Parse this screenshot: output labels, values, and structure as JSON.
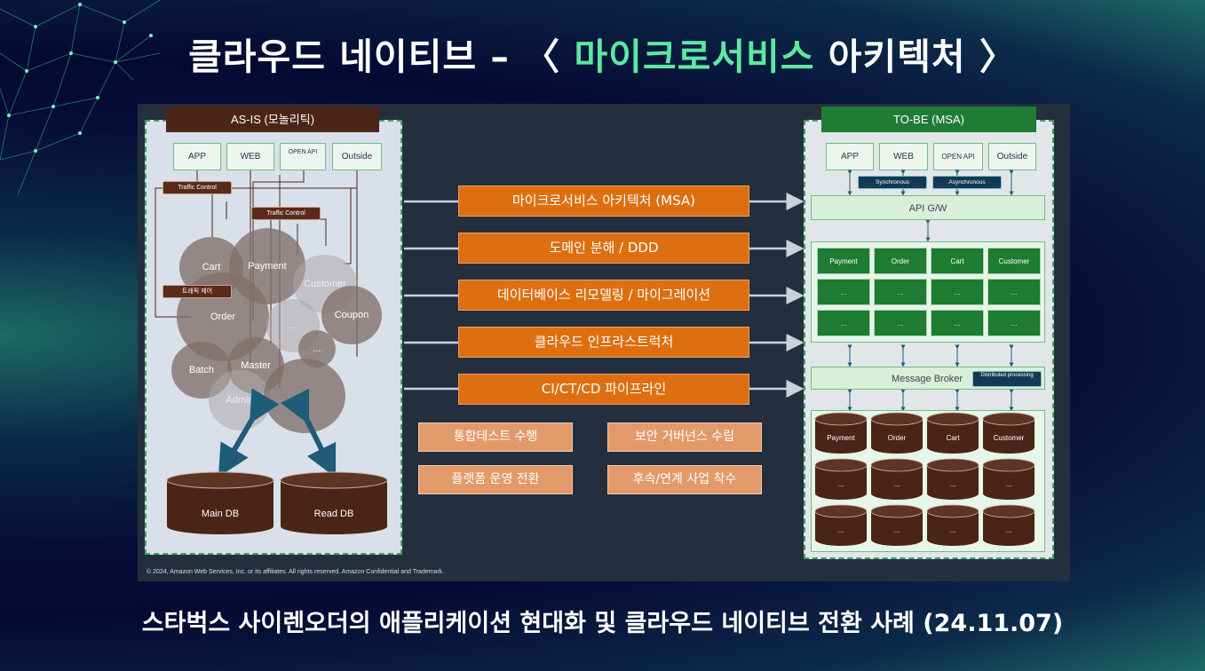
{
  "title": {
    "prefix": "클라우드 네이티브 – 〈",
    "highlight": "마이크로서비스",
    "suffix": "아키텍처 〉"
  },
  "subtitle": "스타벅스 사이렌오더의 애플리케이션 현대화 및 클라우드 네이티브 전환 사례 (24.11.07)",
  "colors": {
    "accent_green": "#5de8a0",
    "orange": "#de6f10",
    "light_orange": "#e39a6a",
    "service_green": "#1d7b32",
    "asis_header": "#4a2516",
    "tobe_header": "#1e7c34",
    "db_brown": "#4a2416"
  },
  "asis": {
    "header": "AS-IS (모놀리틱)",
    "clients": [
      "APP",
      "WEB",
      "OPEN API",
      "Outside"
    ],
    "traffic_tags": [
      "Traffic Control",
      "Traffic Control",
      "트래픽 제어"
    ],
    "bubbles": [
      "Cart",
      "Payment",
      "Customer",
      "Order",
      "...",
      "Coupon",
      "...",
      "Batch",
      "Master",
      "Admin",
      "..."
    ],
    "dbs": [
      "Main DB",
      "Read DB"
    ]
  },
  "center": {
    "steps": [
      "마이크로서비스 아키텍처 (MSA)",
      "도메인 분해 / DDD",
      "데이터베이스 리모델링 / 마이그레이션",
      "클라우드 인프라스트럭처",
      "CI/CT/CD 파이프라인"
    ],
    "sub_steps": [
      "통합테스트 수행",
      "보안 거버넌스 수립",
      "플랫폼 운영 전환",
      "후속/연계 사업 착수"
    ]
  },
  "tobe": {
    "header": "TO-BE (MSA)",
    "clients": [
      "APP",
      "WEB",
      "OPEN API",
      "Outside"
    ],
    "sync_tags": [
      "Synchronous",
      "Asynchronous"
    ],
    "gateway": "API G/W",
    "services": [
      [
        "Payment",
        "Order",
        "Cart",
        "Customer"
      ],
      [
        "...",
        "...",
        "...",
        "..."
      ],
      [
        "...",
        "...",
        "...",
        "..."
      ]
    ],
    "message_broker": "Message Broker",
    "distributed_tag": "Distributed processing",
    "dbs": [
      [
        "Payment",
        "Order",
        "Cart",
        "Customer"
      ],
      [
        "...",
        "...",
        "...",
        "..."
      ],
      [
        "...",
        "...",
        "...",
        "..."
      ]
    ]
  },
  "copyright": "© 2024, Amazon Web Services, Inc. or its affiliates. All rights reserved. Amazon Confidential and Trademark."
}
